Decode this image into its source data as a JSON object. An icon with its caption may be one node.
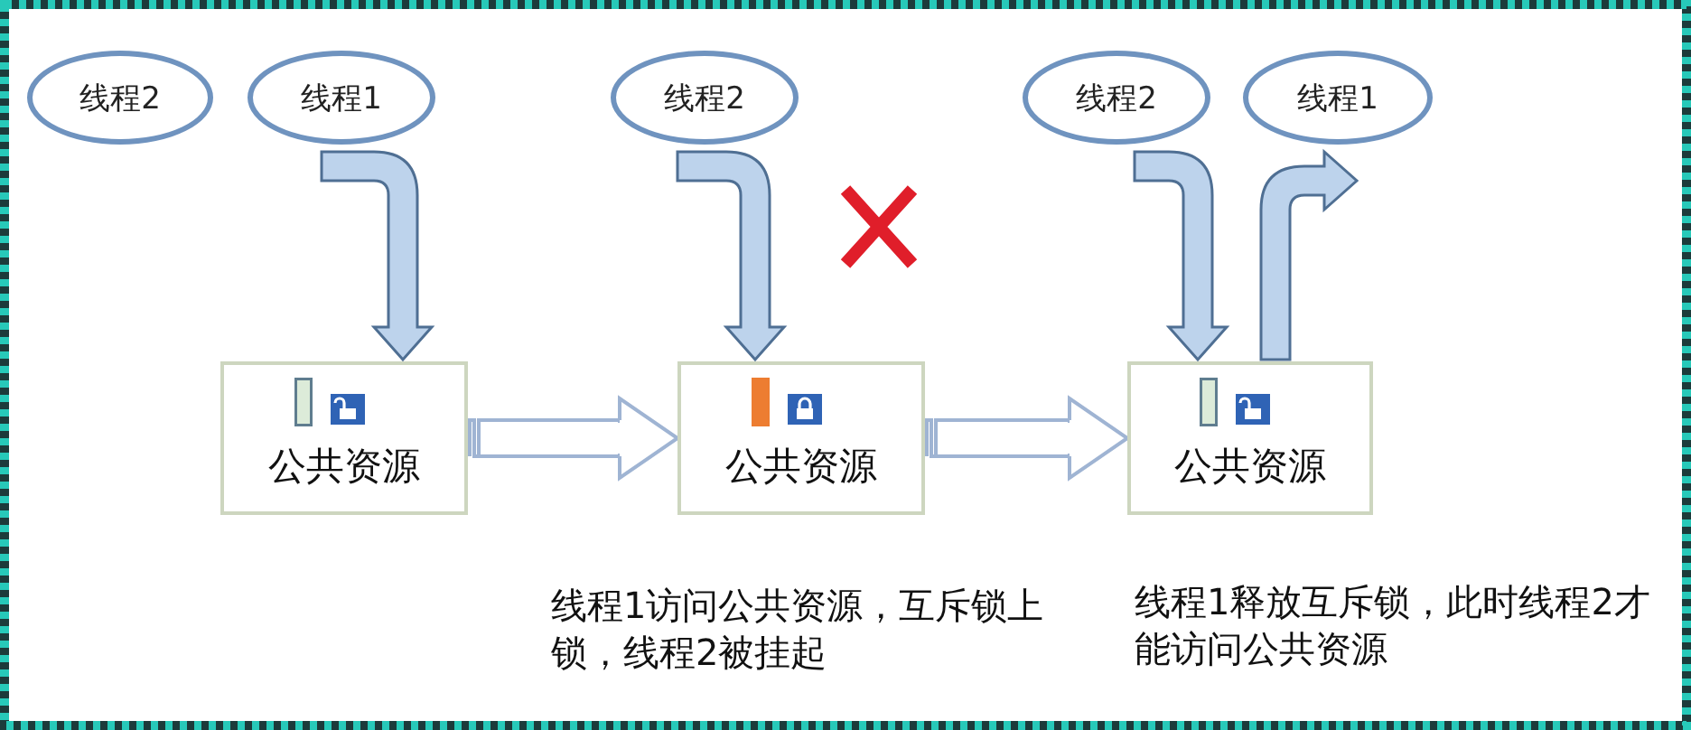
{
  "diagram": {
    "nodes": [
      {
        "text": [
          "线程2"
        ]
      },
      {
        "text": [
          "线程1"
        ]
      },
      {
        "text": [
          "线程2"
        ]
      },
      {
        "text": [
          "线程2"
        ]
      },
      {
        "text": [
          "线程1"
        ]
      },
      {
        "text": [
          "公共资源"
        ]
      },
      {
        "text": [
          "公共资源"
        ]
      },
      {
        "text": [
          "公共资源"
        ]
      }
    ],
    "edges": [
      {
        "from": 1,
        "to": 5,
        "arrow": "to"
      },
      {
        "from": 2,
        "to": 6,
        "arrow": "to"
      },
      {
        "from": 3,
        "to": 7,
        "arrow": "to"
      },
      {
        "from": 7,
        "to": null,
        "arrow": "to"
      },
      {
        "from": 5,
        "to": 6,
        "arrow": "to"
      },
      {
        "from": 6,
        "to": 7,
        "arrow": "to"
      }
    ],
    "labels": [
      "线程1访问公共资源，互斥锁上锁，线程2被挂起",
      "线程1释放互斥锁，此时线程2才能访问公共资源"
    ]
  }
}
